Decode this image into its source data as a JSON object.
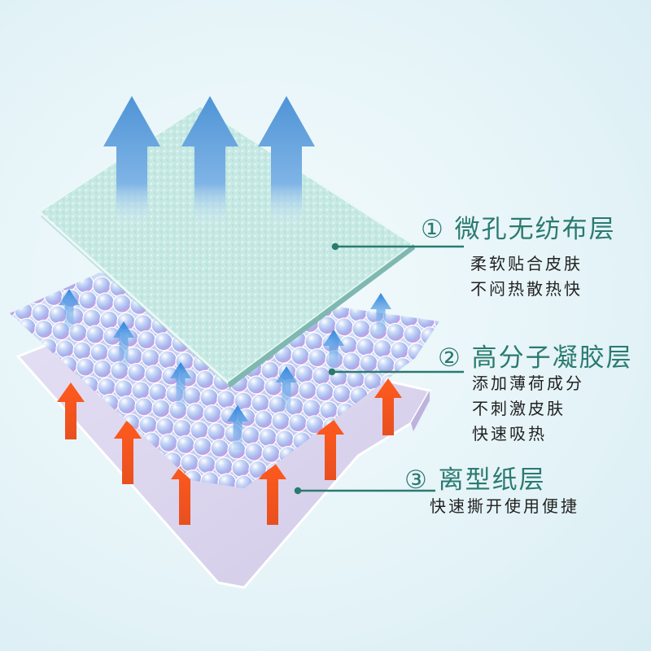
{
  "layers": [
    {
      "title": "① 微孔无纺布层",
      "descriptions": [
        "柔软贴合皮肤",
        "不闷热散热快"
      ]
    },
    {
      "title": "② 高分子凝胶层",
      "descriptions": [
        "添加薄荷成分",
        "不刺激皮肤",
        "快速吸热"
      ]
    },
    {
      "title": "③ 离型纸层",
      "descriptions": [
        "快速撕开使用便捷"
      ]
    }
  ],
  "colors": {
    "title_text": "#2b7a70",
    "leader_line": "#2b7a70",
    "top_layer": "#c9ebe6",
    "gel_bead": "#a9c3f2",
    "bottom_layer": "#dcd6ef",
    "blue_arrow": "#5a9ed9",
    "orange_arrow": "#f0582a"
  },
  "icons": [
    "up-arrow-blue-icon",
    "up-arrow-orange-icon"
  ]
}
